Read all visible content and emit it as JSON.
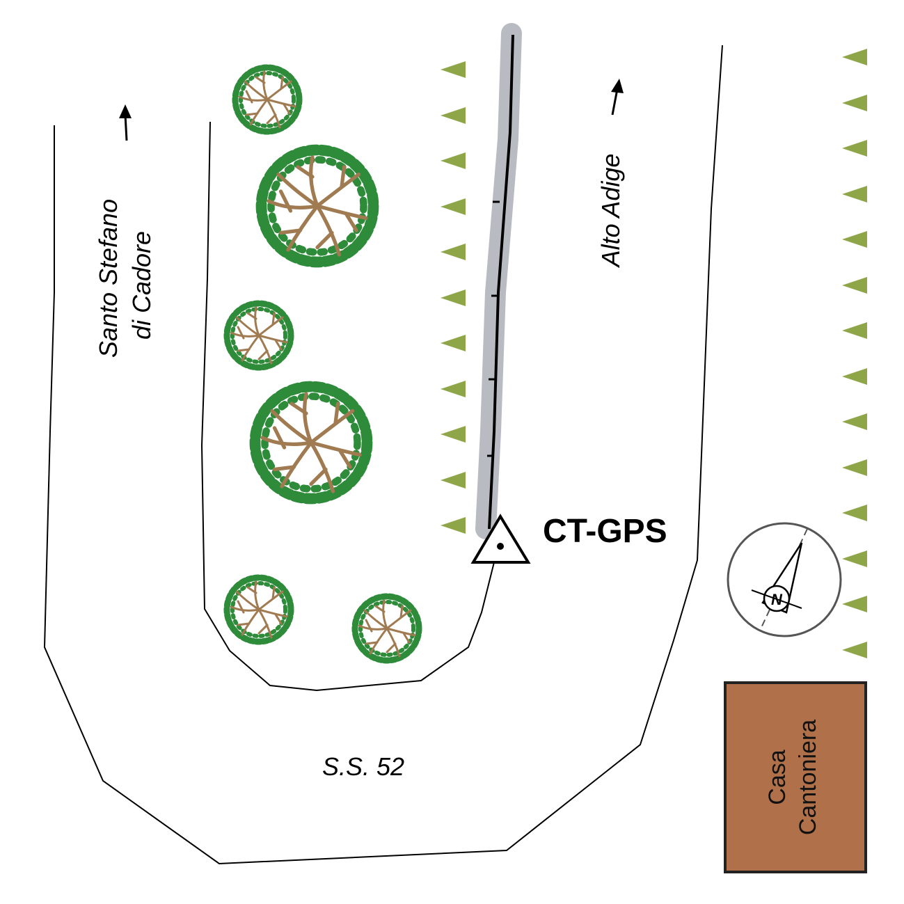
{
  "labels": {
    "road_left": [
      "Santo Stefano",
      "di Cadore"
    ],
    "road_right": "Alto Adige",
    "road_bottom": "S.S. 52",
    "station": "CT-GPS",
    "building": [
      "Casa",
      "Cantoniera"
    ],
    "compass": "N"
  },
  "colors": {
    "road_line": "#000000",
    "tree_foliage": "#2e8b3a",
    "tree_branch": "#a07a50",
    "slope_marker": "#8ea648",
    "crack_band": "#b8bcc2",
    "building_fill": "#b0714a",
    "building_stroke": "#222222"
  },
  "icons": [
    "tree-icon",
    "slope-marker-icon",
    "gps-station-icon",
    "north-arrow-icon",
    "direction-arrow-icon"
  ]
}
